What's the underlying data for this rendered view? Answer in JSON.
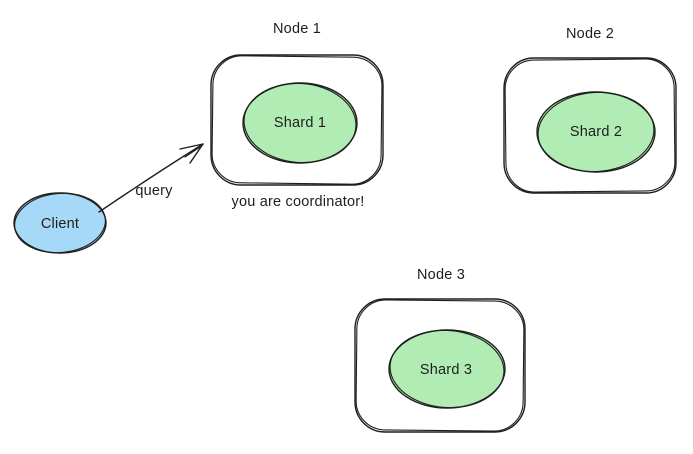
{
  "client": {
    "label": "Client"
  },
  "arrow": {
    "label": "query"
  },
  "nodes": [
    {
      "label": "Node 1",
      "shard_label": "Shard 1",
      "note": "you are coordinator!"
    },
    {
      "label": "Node 2",
      "shard_label": "Shard 2"
    },
    {
      "label": "Node 3",
      "shard_label": "Shard 3"
    }
  ],
  "colors": {
    "stroke": "#1e1e1e",
    "shard_fill": "#b1ecb5",
    "client_fill": "#a6d8f7",
    "background": "#ffffff"
  }
}
